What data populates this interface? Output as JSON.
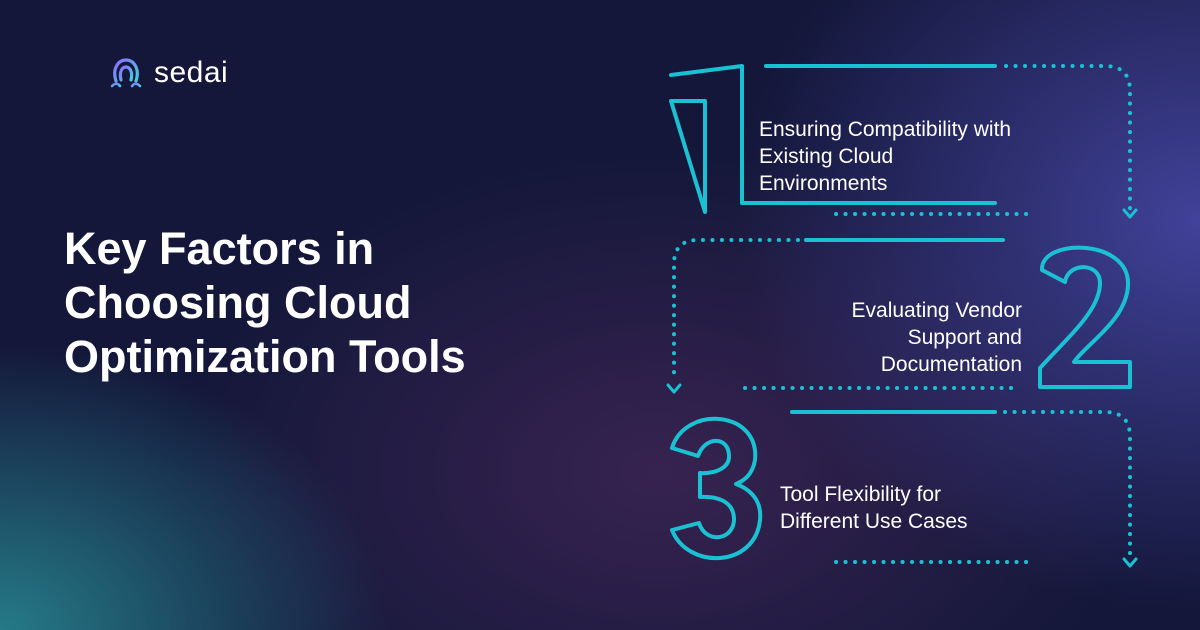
{
  "brand": {
    "name": "sedai",
    "logo_icon": "sedai-logo-icon"
  },
  "title": {
    "lines": [
      "Key Factors in",
      "Choosing Cloud",
      "Optimization Tools"
    ]
  },
  "colors": {
    "accent": "#1ac1d3",
    "text": "#ffffff",
    "logo_gradient_start": "#8f6cff",
    "logo_gradient_end": "#3fd0e0"
  },
  "steps": [
    {
      "number": "1",
      "lines": [
        "Ensuring Compatibility with",
        "Existing Cloud",
        "Environments"
      ]
    },
    {
      "number": "2",
      "lines": [
        "Evaluating Vendor",
        "Support and",
        "Documentation"
      ]
    },
    {
      "number": "3",
      "lines": [
        "Tool Flexibility for",
        "Different Use Cases"
      ]
    }
  ]
}
